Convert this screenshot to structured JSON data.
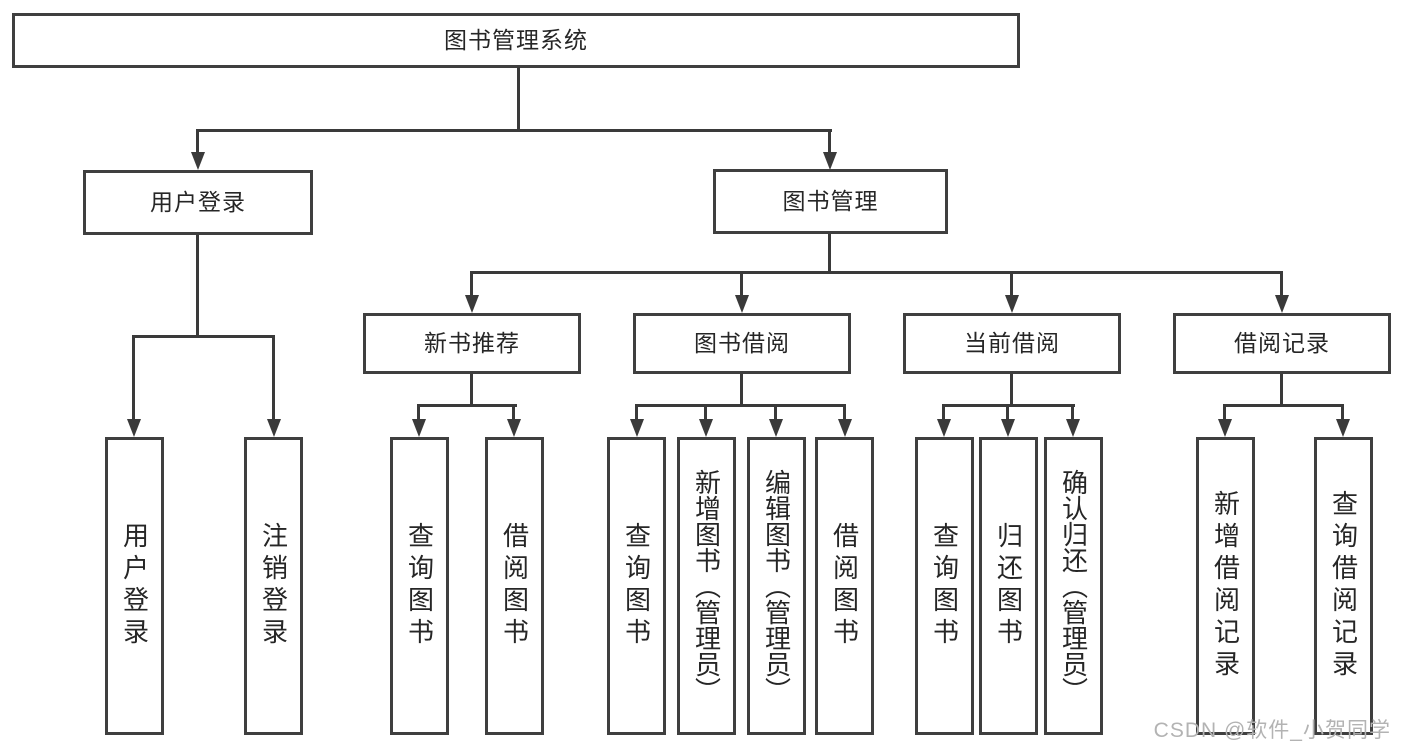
{
  "diagram_title": "图书管理系统",
  "watermark": "CSDN @软件_小贺同学",
  "colors": {
    "bg": "#ffffff",
    "border": "#3f3f3f",
    "line": "#3a3a3a",
    "text": "#262626",
    "watermark": "#b3b3b3"
  },
  "nodes": {
    "root": {
      "label": "图书管理系统"
    },
    "user_login": {
      "label": "用户登录"
    },
    "book_mgmt": {
      "label": "图书管理"
    },
    "new_book_rec": {
      "label": "新书推荐"
    },
    "book_borrow": {
      "label": "图书借阅"
    },
    "current_borrow": {
      "label": "当前借阅"
    },
    "borrow_records": {
      "label": "借阅记录"
    },
    "leaf_user_login": {
      "label": "用户登录"
    },
    "leaf_logout": {
      "label": "注销登录"
    },
    "leaf_query_books_1": {
      "label": "查询图书"
    },
    "leaf_borrow_books_1": {
      "label": "借阅图书"
    },
    "leaf_query_books_2": {
      "label": "查询图书"
    },
    "leaf_add_books": {
      "label": "新增图书（管理员）"
    },
    "leaf_edit_books": {
      "label": "编辑图书（管理员）"
    },
    "leaf_borrow_books_2": {
      "label": "借阅图书"
    },
    "leaf_query_books_3": {
      "label": "查询图书"
    },
    "leaf_return_books": {
      "label": "归还图书"
    },
    "leaf_confirm_return": {
      "label": "确认归还（管理员）"
    },
    "leaf_add_borrow_record": {
      "label": "新增借阅记录"
    },
    "leaf_query_borrow_record": {
      "label": "查询借阅记录"
    }
  },
  "structure": {
    "root": "图书管理系统",
    "children": [
      {
        "label": "用户登录",
        "children": [
          "用户登录",
          "注销登录"
        ]
      },
      {
        "label": "图书管理",
        "children": [
          {
            "label": "新书推荐",
            "children": [
              "查询图书",
              "借阅图书"
            ]
          },
          {
            "label": "图书借阅",
            "children": [
              "查询图书",
              "新增图书（管理员）",
              "编辑图书（管理员）",
              "借阅图书"
            ]
          },
          {
            "label": "当前借阅",
            "children": [
              "查询图书",
              "归还图书",
              "确认归还（管理员）"
            ]
          },
          {
            "label": "借阅记录",
            "children": [
              "新增借阅记录",
              "查询借阅记录"
            ]
          }
        ]
      }
    ]
  }
}
